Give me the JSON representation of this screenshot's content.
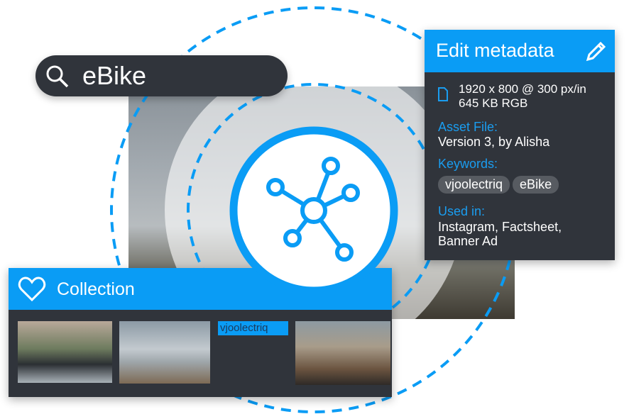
{
  "search": {
    "query": "eBike",
    "icon": "search-icon"
  },
  "metadata": {
    "title": "Edit metadata",
    "edit_icon": "pencil-icon",
    "file_icon": "file-icon",
    "dimensions": "1920 x 800 @ 300 px/in",
    "size": "645 KB RGB",
    "asset_label": "Asset File:",
    "asset_value": "Version 3, by Alisha",
    "keywords_label": "Keywords:",
    "keywords": [
      "vjoolectriq",
      "eBike"
    ],
    "used_label": "Used in:",
    "used_line1": "Instagram, Factsheet,",
    "used_line2": "Banner Ad"
  },
  "collection": {
    "title": "Collection",
    "icon": "heart-icon",
    "logo_text": "vjoolectriq"
  },
  "center_icon": "network-hub-icon",
  "colors": {
    "accent": "#0a9cf5",
    "panel": "#30343b"
  }
}
